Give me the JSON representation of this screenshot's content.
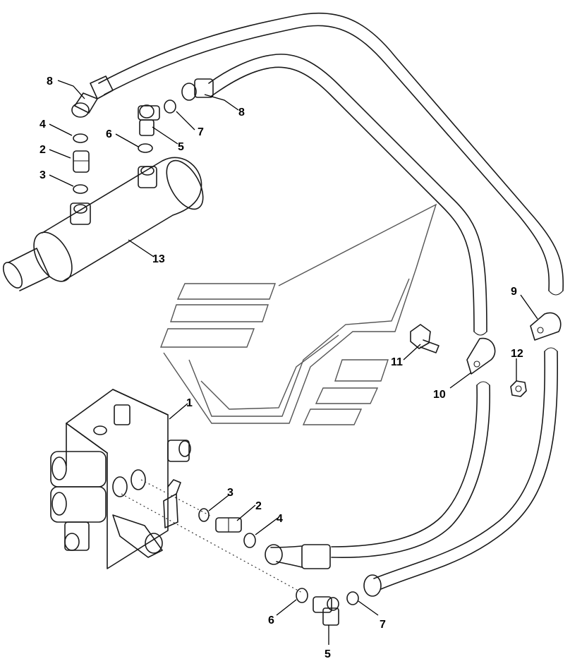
{
  "callouts": [
    {
      "id": "c8a",
      "text": "8"
    },
    {
      "id": "c8b",
      "text": "8"
    },
    {
      "id": "c4a",
      "text": "4"
    },
    {
      "id": "c2a",
      "text": "2"
    },
    {
      "id": "c3a",
      "text": "3"
    },
    {
      "id": "c6a",
      "text": "6"
    },
    {
      "id": "c5a",
      "text": "5"
    },
    {
      "id": "c7a",
      "text": "7"
    },
    {
      "id": "c13",
      "text": "13"
    },
    {
      "id": "c9",
      "text": "9"
    },
    {
      "id": "c11",
      "text": "11"
    },
    {
      "id": "c10",
      "text": "10"
    },
    {
      "id": "c12",
      "text": "12"
    },
    {
      "id": "c1",
      "text": "1"
    },
    {
      "id": "c3b",
      "text": "3"
    },
    {
      "id": "c2b",
      "text": "2"
    },
    {
      "id": "c4b",
      "text": "4"
    },
    {
      "id": "c6b",
      "text": "6"
    },
    {
      "id": "c7b",
      "text": "7"
    },
    {
      "id": "c5b",
      "text": "5"
    }
  ]
}
